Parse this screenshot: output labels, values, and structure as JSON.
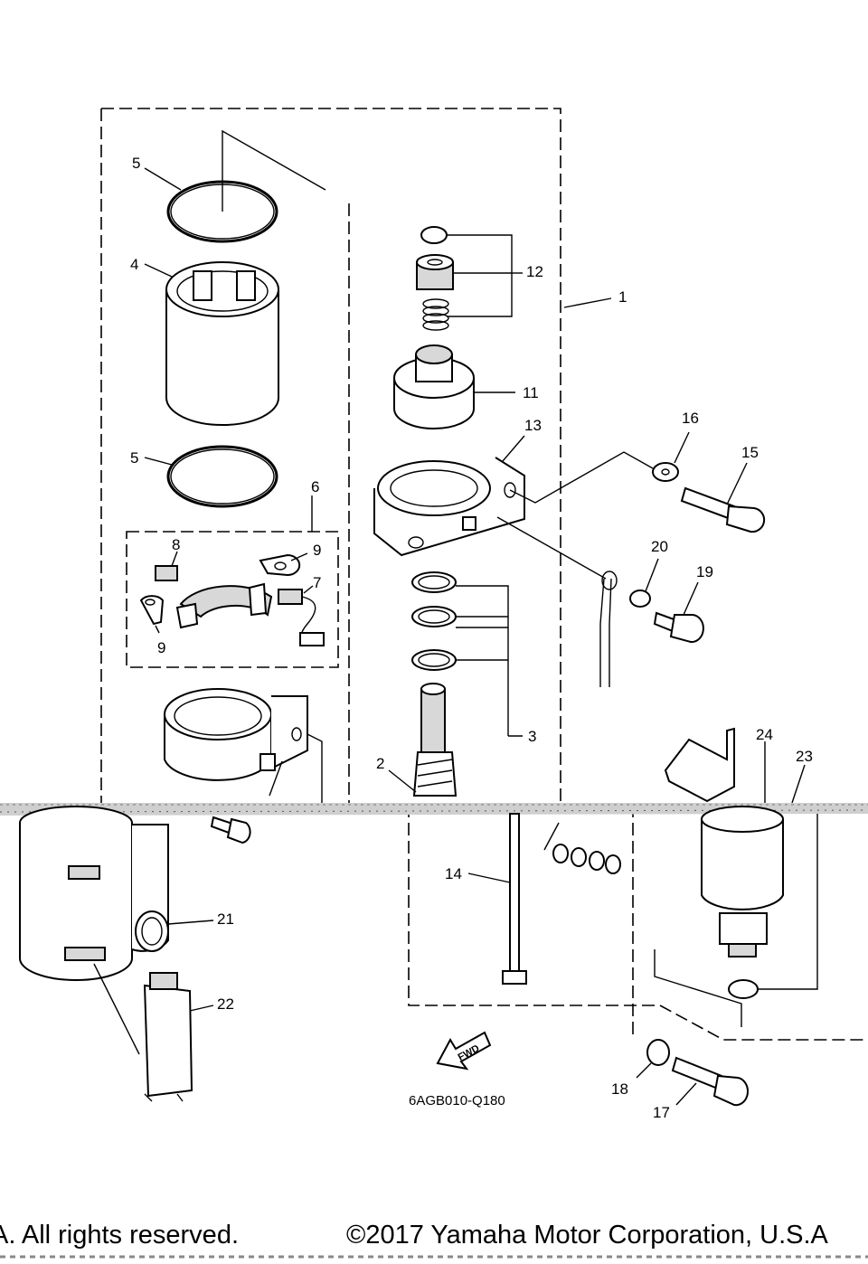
{
  "callouts": {
    "c1": "1",
    "c2": "2",
    "c3": "3",
    "c4": "4",
    "c5a": "5",
    "c5b": "5",
    "c6": "6",
    "c7": "7",
    "c8": "8",
    "c9a": "9",
    "c9b": "9",
    "c11": "11",
    "c12": "12",
    "c13": "13",
    "c14": "14",
    "c15": "15",
    "c16": "16",
    "c17": "17",
    "c18": "18",
    "c19": "19",
    "c20": "20",
    "c21": "21",
    "c22": "22",
    "c23": "23",
    "c24": "24"
  },
  "fwd_label": "FWD",
  "diagram_code": "6AGB010-Q180",
  "footer": {
    "left": "A. All rights reserved.",
    "right": "©2017 Yamaha Motor Corporation, U.S.A"
  }
}
